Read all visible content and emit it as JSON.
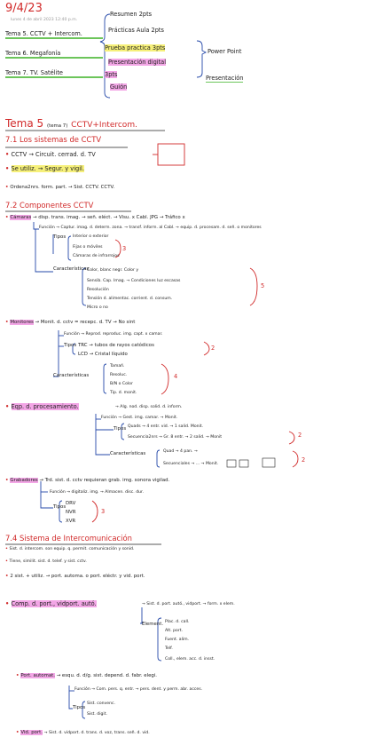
{
  "header": {
    "date": "9/4/23",
    "meta": "lunes 4 de abril 2023   12:40 p.m.",
    "topics": [
      {
        "label": "Tema 5.  CCTV + Intercom."
      },
      {
        "label": "Tema 6.  Megafonía"
      },
      {
        "label": "Tema 7.  TV. Satélite"
      }
    ],
    "evaluation": [
      {
        "label": "Resumen 2pts"
      },
      {
        "label": "Prácticas Aula 2pts"
      },
      {
        "label": "Prueba practica 3pts"
      },
      {
        "label": "Presentación digital"
      },
      {
        "label": "3pts"
      },
      {
        "label": "Guión"
      }
    ],
    "power_point": "Power Point",
    "presentacion": "Presentación"
  },
  "section_title": {
    "main": "Tema 5",
    "paren": "(tema 7)",
    "rest": "CCTV+Intercom."
  },
  "s71": {
    "title": "7.1  Los sistemas de CCTV",
    "lines": [
      "CCTV → Circuit. cerrad. d. TV",
      "Se utiliz. → Segur. y vigil.",
      "Ordena2nrs. form. part. → Sist. CCTV.  CCTV."
    ]
  },
  "s72": {
    "title": "7.2  Componentes CCTV",
    "camaras": {
      "label": "Cámaras",
      "desc": "→ disp. trans. imag. → señ. eléct. → Visu. x Cabl.  JPG → Tráfico x",
      "funcion": "Función → Captur. imag. d. determ. zona. → transf. inform. al Cabl. → equip. d. procesam. d. señ. o monitores",
      "tipos_label": "Tipos",
      "tipos": [
        "Interior o exterior",
        "Fijas o móviles",
        "Cámaras de infrarrojos"
      ],
      "car_label": "Características",
      "car": [
        "Color, blanc negr. Color y",
        "Sensib. Cap. Imag. → Condiciones luz escasas",
        "Resolución",
        "Tensión d. alimentac. corrient. d. consum.",
        "Micro o no"
      ],
      "num3": "3",
      "num5": "5"
    },
    "monitores": {
      "label": "Monitores",
      "desc": "→ Monit. d. cctv = recepc. d. TV → No sint",
      "funcion": "Función → Reprod. reproduc. img. capt. x camar.",
      "tipos_label": "Tipos",
      "tipos": [
        "TRC → tubos de rayos catódicos",
        "LCD → Cristal líquido"
      ],
      "num2": "2",
      "car_label": "Características",
      "car": [
        "Tamañ.",
        "Resoluc.",
        "B/N  o  Color",
        "Tip. d. monit."
      ],
      "num4": "4"
    },
    "equipos": {
      "label": "Eqp. d. procesamiento.",
      "desc": "→ Alg. nod. disp. solid. d. inform.",
      "funcion": "Función → Gest. img. camar. → Monit.",
      "tipos_label": "Tipos",
      "tipos": [
        "Quads → 4 entr. vid. → 1 salid. Monit.",
        "Secuencia2nrs → Gr. 8 entr. → 2 salid. → Monit"
      ],
      "num2": "2",
      "car_label": "Características",
      "car": [
        "Quad → 4 pan. →",
        "Secuenciales → ... → Monit."
      ],
      "num2b": "2"
    },
    "grabadores": {
      "label": "Grabadores",
      "desc": "→ Trd. sist. d. cctv requieran grab. img. sonora vigilad.",
      "funcion": "Función → digitaliz. img. → Almacen. disc. dur.",
      "tipos_label": "Tipos",
      "tipos": [
        "DRV",
        "NVR",
        "XVR"
      ],
      "num3": "3"
    }
  },
  "s74": {
    "title": "7.4  Sistema de Intercomunicación",
    "lines": [
      "Sist. d. intercom. son equip. q. permit. comunicación y sonid.",
      "Tiene, similit. sist. d. telef. y sist. cctv.",
      "2 sist. + utiliz. → port. automa. o port. eléctr. y vid. port."
    ],
    "comp": {
      "label": "Comp. d. port., vidport. autó.",
      "desc": "→ Sist. d. port. autó., vidport. → form. x elem.",
      "elem_label": "Element.",
      "elem": [
        "Plac. d. call.",
        "Alt. port.",
        "Fuent. alim.",
        "Telf.",
        "Coll., elem. acc. d. insst."
      ]
    },
    "auto": {
      "label": "Port. automat.",
      "desc": "→ esqu. d. d/g. sist. depend. d. fabr. elegi.",
      "funcion": "Función → Com. pers. q. entr. → pers. dent. y perm. abr. acces.",
      "tipos_label": "Tipos",
      "tipos": [
        "Sist. convenc.",
        "Sist. digit."
      ]
    },
    "vid": {
      "label": "Vid. port.",
      "desc": "→ Sist. d. vidport. d. trans. d. voz, trans. señ. d. vid."
    }
  },
  "colors": {
    "red": "#d12a2a",
    "blue": "#2448a8",
    "yellow": "#f6f07a",
    "green": "#a9e69a",
    "pink": "#f3a6e6"
  }
}
